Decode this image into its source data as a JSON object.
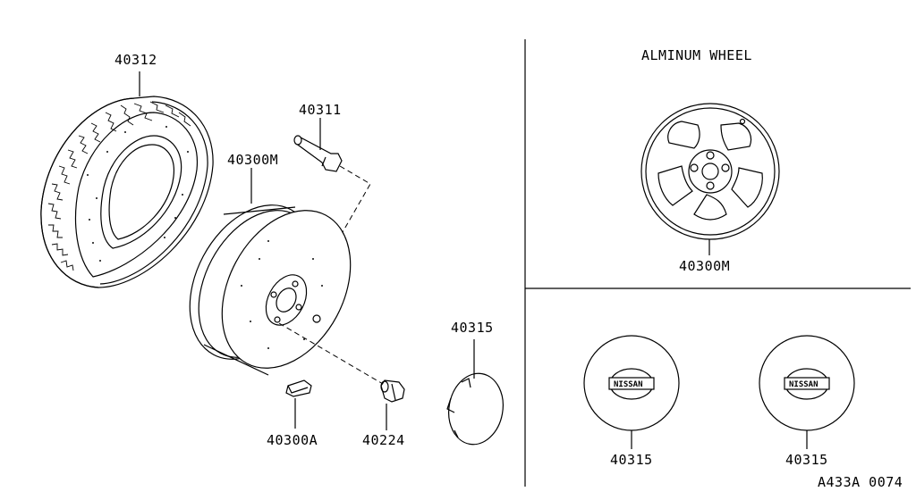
{
  "labels": {
    "tire": "40312",
    "valve": "40311",
    "steel_wheel": "40300M",
    "balance_weight": "40300A",
    "wheel_nut": "40224",
    "cap_exploded": "40315",
    "alloy_title": "ALMINUM WHEEL",
    "alloy_wheel": "40300M",
    "cap_left": "40315",
    "cap_right": "40315",
    "logo_left": "NISSAN",
    "logo_right": "NISSAN",
    "diagram_code": "A433A 0074"
  }
}
